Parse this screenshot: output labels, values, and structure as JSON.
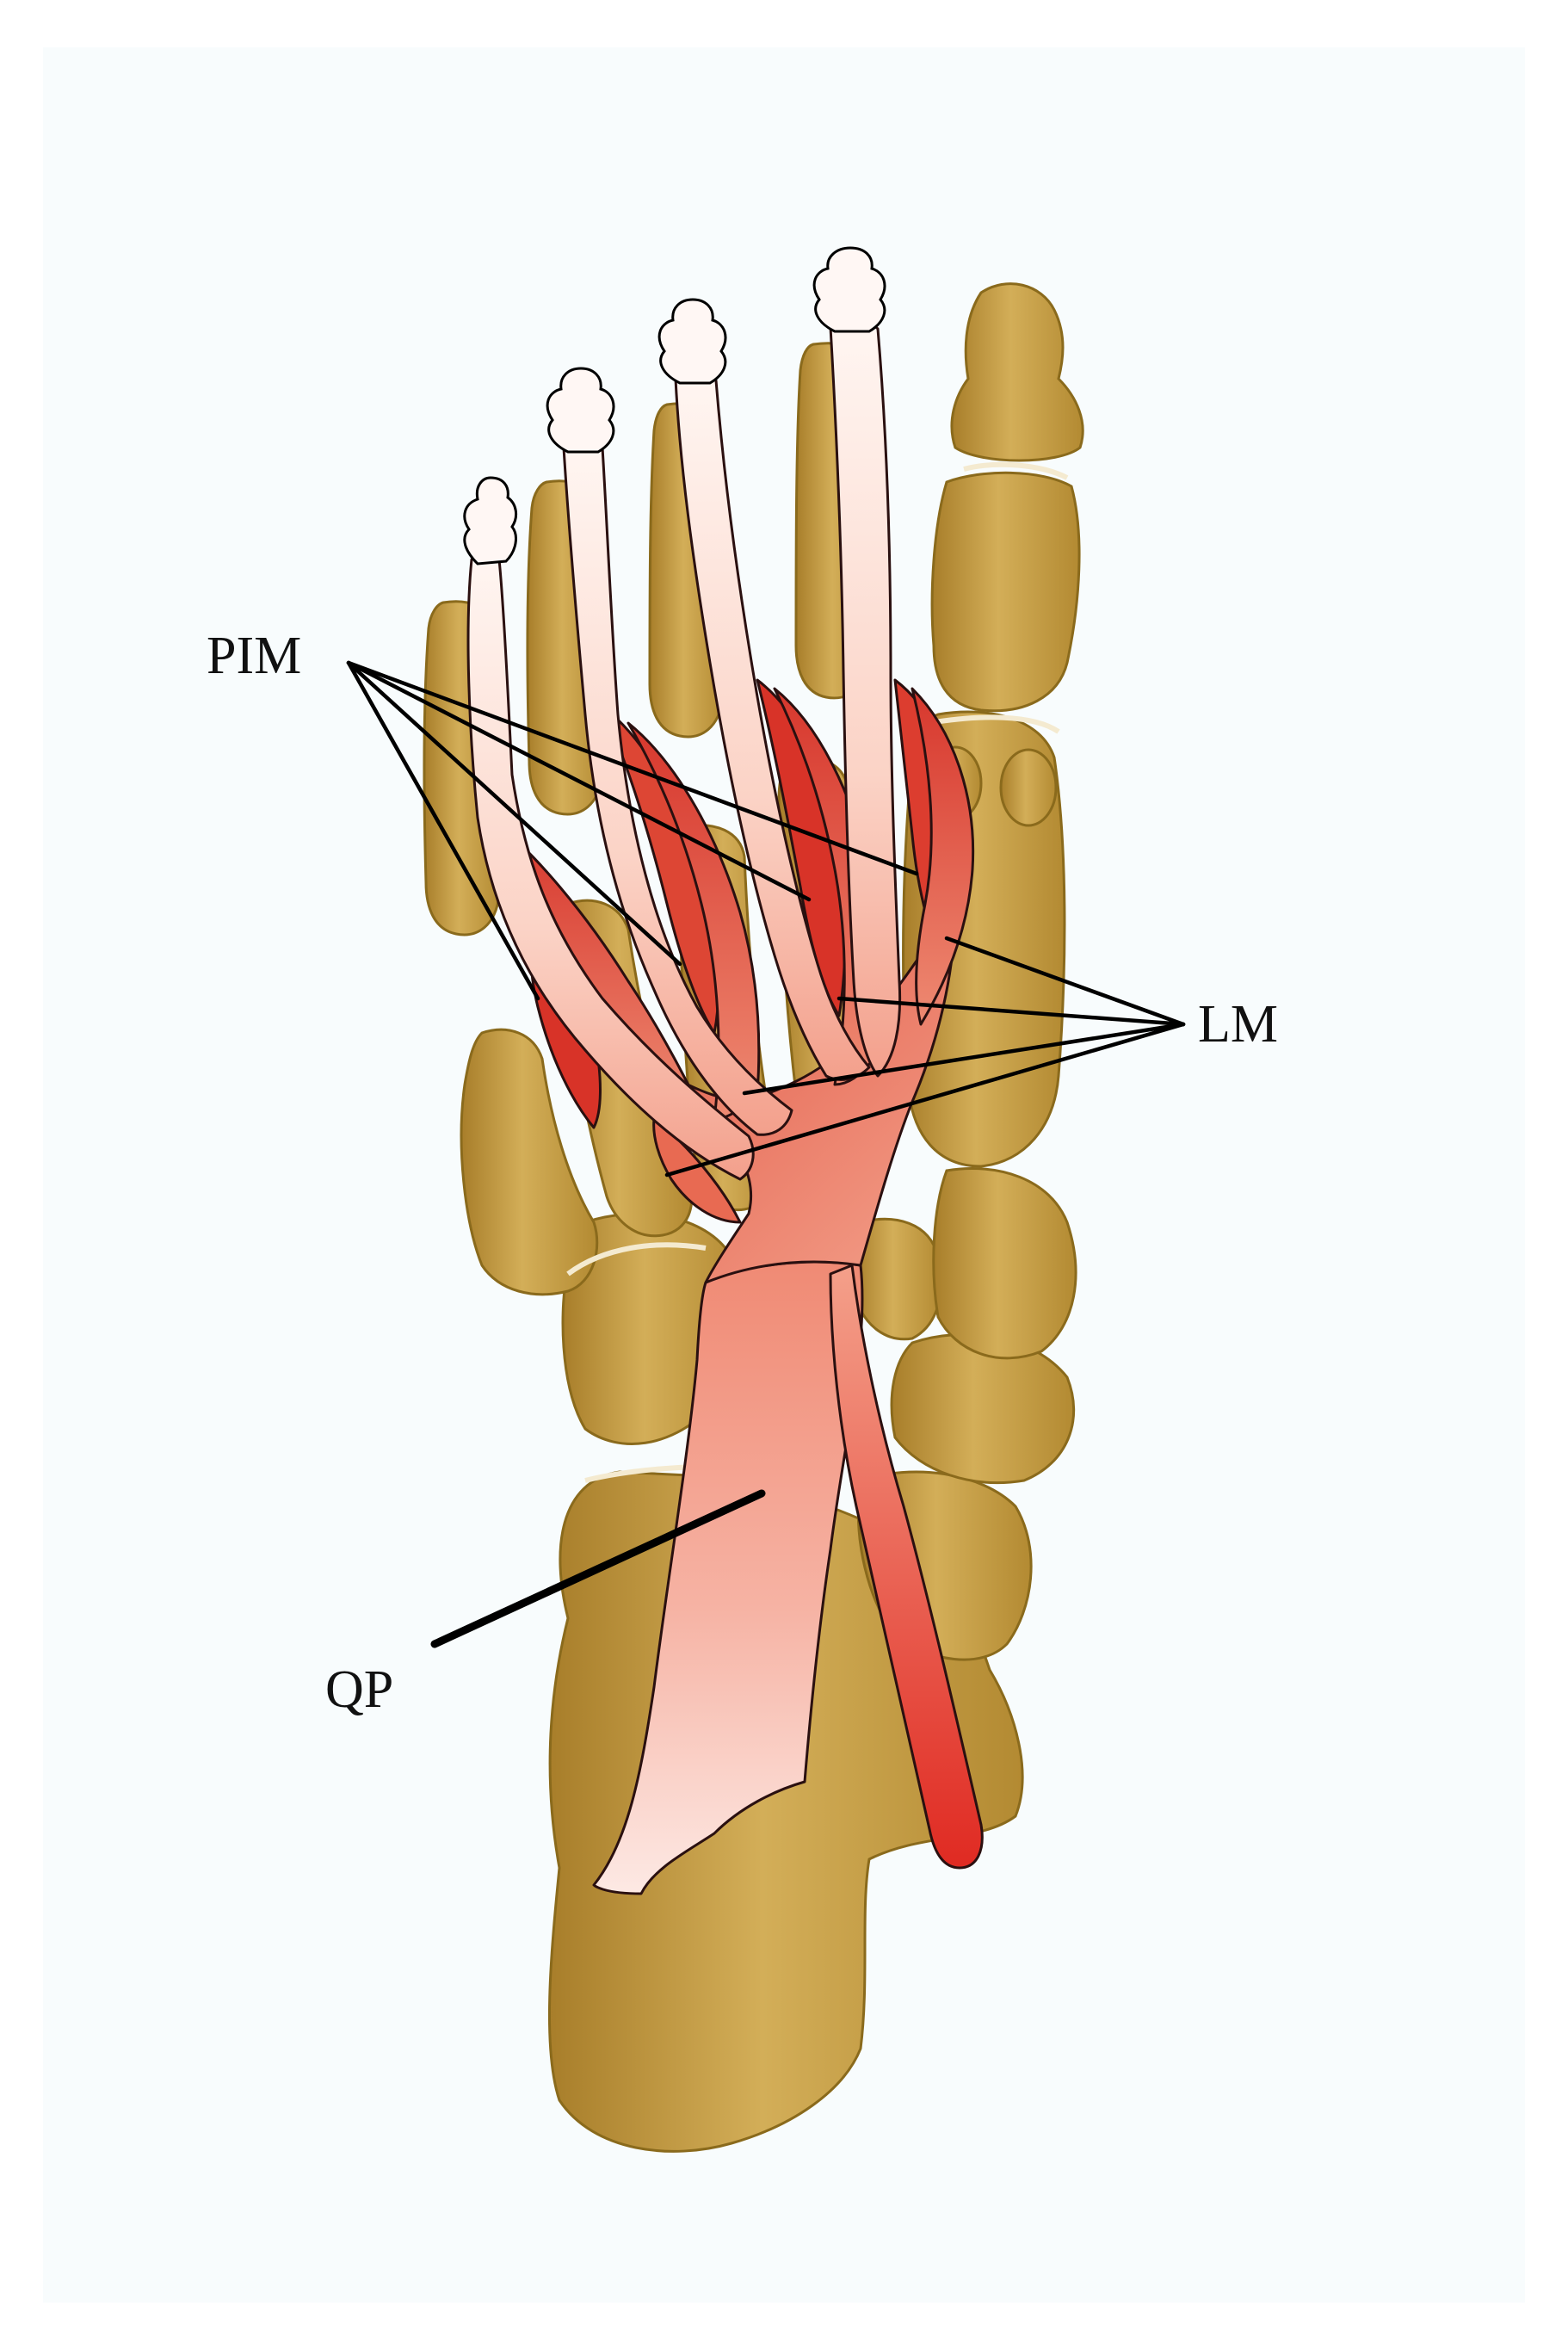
{
  "figure": {
    "labels": {
      "pim": "PIM",
      "lm": "LM",
      "qp": "QP"
    }
  },
  "colors": {
    "background": "#f8fcfd",
    "bone": "#c29a3c",
    "bone_light": "#d9b868",
    "bone_shadow": "#9a7424",
    "muscle_dark": "#d63a30",
    "muscle_mid": "#ec7a66",
    "muscle_light": "#fbd6cc",
    "tendon": "#fdeee8",
    "outline": "#000000"
  }
}
